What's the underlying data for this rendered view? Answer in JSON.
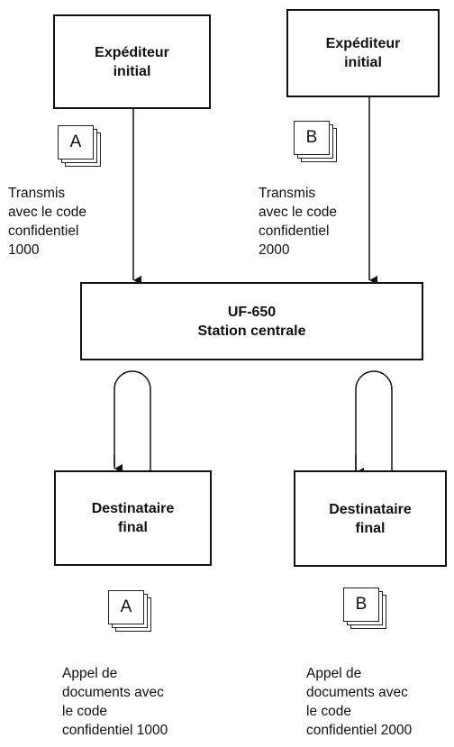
{
  "senders": [
    {
      "title_line1": "Expéditeur",
      "title_line2": "initial",
      "doc_letter": "A",
      "caption": "Transmis\navec le code\nconfidentiel\n1000"
    },
    {
      "title_line1": "Expéditeur",
      "title_line2": "initial",
      "doc_letter": "B",
      "caption": "Transmis\navec le code\nconfidentiel\n2000"
    }
  ],
  "central": {
    "line1": "UF-650",
    "line2": "Station centrale"
  },
  "recipients": [
    {
      "title_line1": "Destinataire",
      "title_line2": "final",
      "doc_letter": "A",
      "caption": "Appel de\ndocuments avec\nle code\nconfidentiel 1000"
    },
    {
      "title_line1": "Destinataire",
      "title_line2": "final",
      "doc_letter": "B",
      "caption": "Appel de\ndocuments avec\nle code\nconfidentiel 2000"
    }
  ]
}
